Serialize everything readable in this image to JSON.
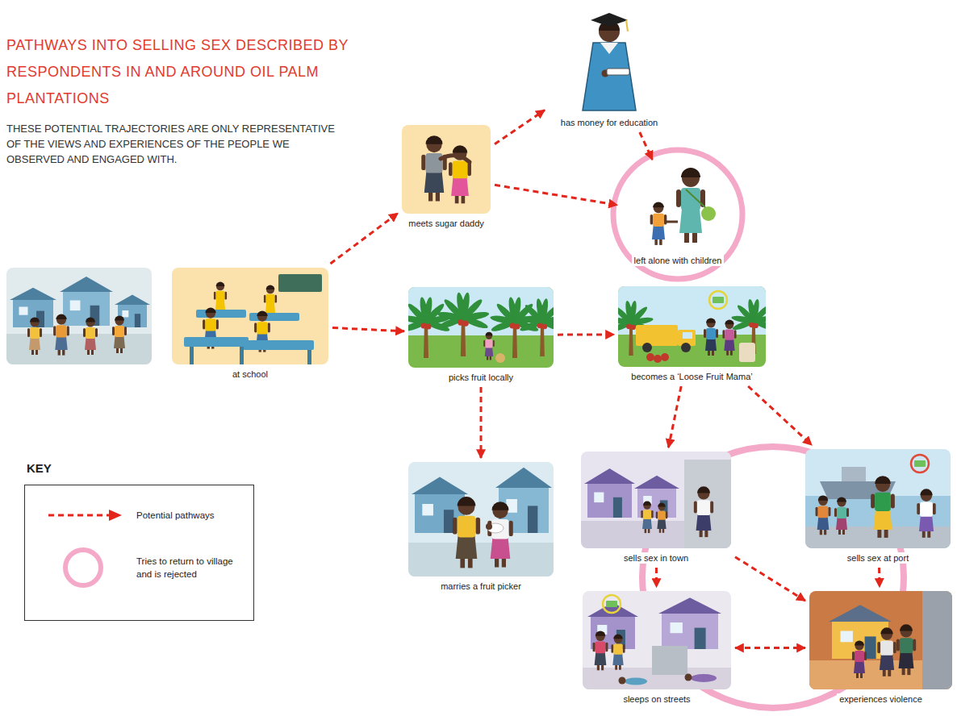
{
  "diagram": {
    "title": "PATHWAYS INTO SELLING SEX DESCRIBED BY RESPONDENTS IN AND AROUND OIL PALM PLANTATIONS",
    "nodes": [
      {
        "text": [
          "at school"
        ]
      },
      {
        "text": [
          "meets sugar daddy"
        ]
      },
      {
        "text": [
          "has money for education"
        ]
      },
      {
        "text": [
          "left alone with children"
        ]
      },
      {
        "text": [
          "picks fruit locally"
        ]
      },
      {
        "text": [
          "becomes a ‘Loose Fruit Mama’"
        ]
      },
      {
        "text": [
          "marries a fruit picker"
        ]
      },
      {
        "text": [
          "sells sex in town"
        ]
      },
      {
        "text": [
          "sells sex at port"
        ]
      },
      {
        "text": [
          "sleeps on streets"
        ]
      },
      {
        "text": [
          "experiences violence"
        ]
      }
    ],
    "edges": [
      {
        "from": 0,
        "to": 1,
        "arrow": "to"
      },
      {
        "from": 0,
        "to": 4,
        "arrow": "to"
      },
      {
        "from": 1,
        "to": 2,
        "arrow": "to"
      },
      {
        "from": 1,
        "to": 3,
        "arrow": "to"
      },
      {
        "from": 2,
        "to": 3,
        "arrow": "to"
      },
      {
        "from": 4,
        "to": 5,
        "arrow": "to"
      },
      {
        "from": 4,
        "to": 6,
        "arrow": "to"
      },
      {
        "from": 5,
        "to": 7,
        "arrow": "to"
      },
      {
        "from": 5,
        "to": 8,
        "arrow": "to"
      },
      {
        "from": 7,
        "to": 9,
        "arrow": "to"
      },
      {
        "from": 7,
        "to": 10,
        "arrow": "to"
      },
      {
        "from": 8,
        "to": 10,
        "arrow": "to"
      },
      {
        "from": 9,
        "to": 10,
        "arrow": "both"
      }
    ],
    "labels": [
      "THESE POTENTIAL TRAJECTORIES ARE ONLY REPRESENTATIVE OF THE VIEWS AND EXPERIENCES OF THE PEOPLE WE OBSERVED AND ENGAGED WITH.",
      "KEY"
    ],
    "legend": [
      {
        "text": "Potential pathways"
      },
      {
        "text": "Tries to return to village and is rejected"
      }
    ]
  }
}
